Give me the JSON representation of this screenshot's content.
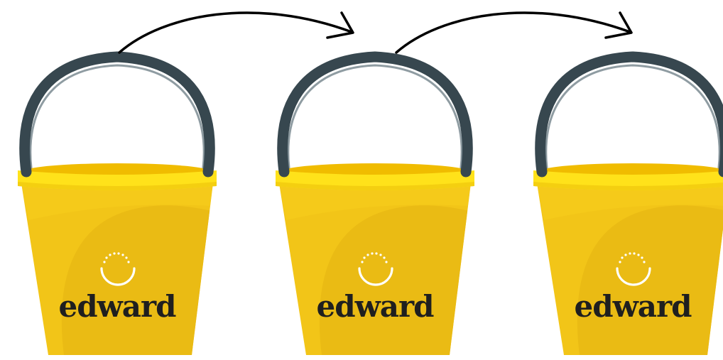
{
  "buckets": [
    {
      "brand": "edward"
    },
    {
      "brand": "edward"
    },
    {
      "brand": "edward"
    }
  ],
  "colors": {
    "bucket_body": "#F2C518",
    "bucket_shade": "#E5B712",
    "bucket_rim": "#FFE21A",
    "bucket_inner": "#F5C400",
    "handle": "#37474F",
    "handle_highlight": "#455A64",
    "arrow": "#000000",
    "logo_arc": "#ffffff",
    "brand_text": "#1f1f1f"
  },
  "icons": [
    "bucket-icon",
    "smile-logo-icon",
    "curved-arrow-icon"
  ]
}
